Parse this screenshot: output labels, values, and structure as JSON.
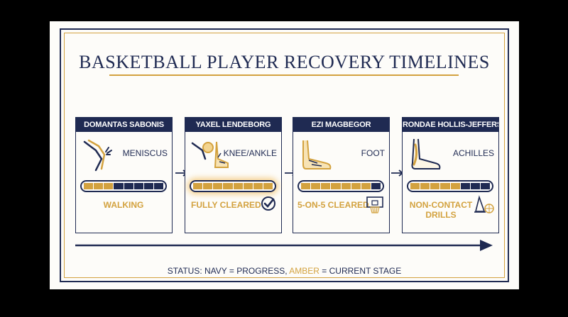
{
  "title": "BASKETBALL PLAYER RECOVERY TIMELINES",
  "players": [
    {
      "name": "DOMANTAS SABONIS",
      "injury": "MENISCUS",
      "injury_icon": "knee-icon",
      "status": "WALKING",
      "status_icon": "",
      "progress_filled": 3,
      "progress_segments": 8
    },
    {
      "name": "YAXEL LENDEBORG",
      "injury": "KNEE/ANKLE",
      "injury_icon": "knee-ankle-icon",
      "status": "FULLY CLEARED",
      "status_icon": "checkmark-icon",
      "progress_filled": 8,
      "progress_segments": 8
    },
    {
      "name": "EZI MAGBEGOR",
      "injury": "FOOT",
      "injury_icon": "foot-icon",
      "status": "5-ON-5 CLEARED",
      "status_icon": "basketball-hoop-icon",
      "progress_filled": 7,
      "progress_segments": 8
    },
    {
      "name": "RONDAE HOLLIS-JEFFERSON",
      "injury": "ACHILLES",
      "injury_icon": "achilles-icon",
      "status": "NON-CONTACT\nDRILLS",
      "status_icon": "cone-ball-icon",
      "progress_filled": 5,
      "progress_segments": 8
    }
  ],
  "legend": {
    "prefix": "STATUS: NAVY = PROGRESS, ",
    "amber_word": "AMBER",
    "suffix": " = CURRENT STAGE"
  },
  "colors": {
    "navy": "#1f2a52",
    "amber": "#d3a23f",
    "background": "#fdfcf9"
  }
}
